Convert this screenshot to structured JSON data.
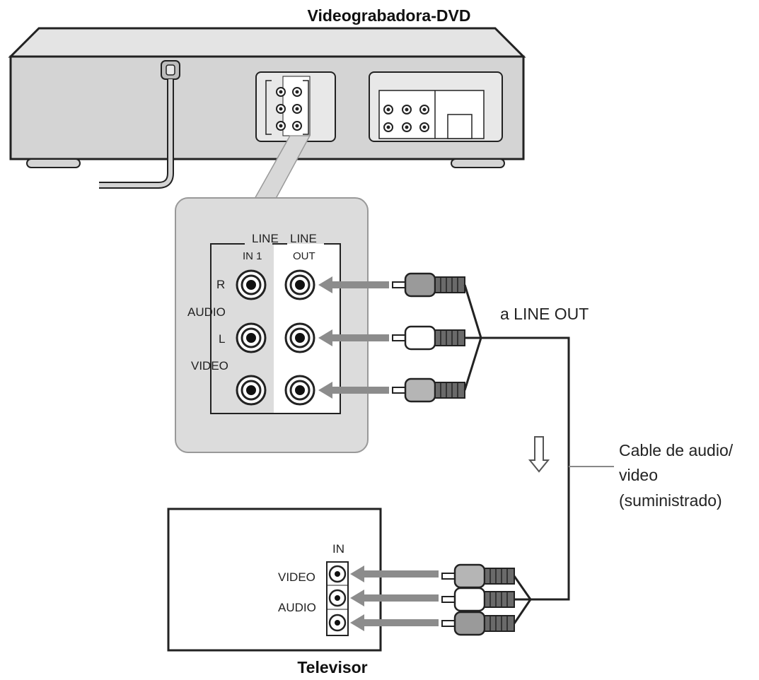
{
  "titles": {
    "device": "Videograbadora-DVD",
    "tv": "Televisor"
  },
  "panel": {
    "in_top": "LINE",
    "in_bottom": "IN 1",
    "out_top": "LINE",
    "out_bottom": "OUT",
    "r": "R",
    "audio": "AUDIO",
    "l": "L",
    "video": "VIDEO"
  },
  "callouts": {
    "line_out": "a LINE OUT",
    "cable_line1": "Cable de audio/",
    "cable_line2": "video",
    "cable_line3": "(suministrado)"
  },
  "tv_panel": {
    "in": "IN",
    "video": "VIDEO",
    "audio": "AUDIO"
  },
  "colors": {
    "device_body": "#d4d4d4",
    "panel_bg": "#dcdcdc",
    "arrow": "#8c8c8c",
    "plug_dark": "#9a9a9a",
    "plug_light": "#ffffff",
    "line": "#222222"
  }
}
